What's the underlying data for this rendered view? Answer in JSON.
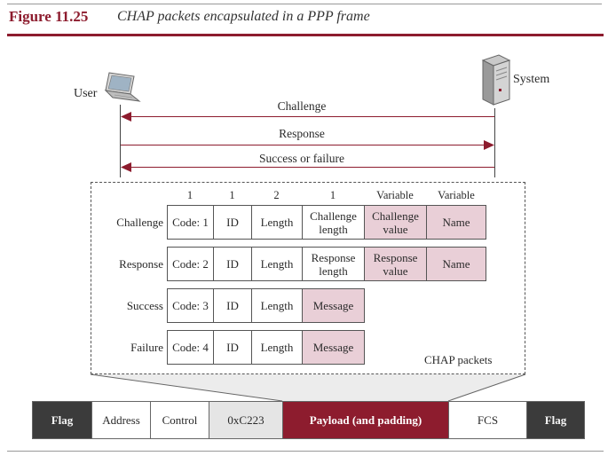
{
  "figure": {
    "number": "Figure 11.25",
    "title": "CHAP packets encapsulated in a PPP frame"
  },
  "endpoints": {
    "user": "User",
    "system": "System"
  },
  "messages": [
    {
      "label": "Challenge",
      "direction": "to-user"
    },
    {
      "label": "Response",
      "direction": "to-system"
    },
    {
      "label": "Success or failure",
      "direction": "to-user"
    }
  ],
  "field_sizes": [
    "1",
    "1",
    "2",
    "1",
    "Variable",
    "Variable"
  ],
  "packets": [
    {
      "name": "Challenge",
      "fields": [
        "Code: 1",
        "ID",
        "Length",
        "Challenge length",
        "Challenge value",
        "Name"
      ]
    },
    {
      "name": "Response",
      "fields": [
        "Code: 2",
        "ID",
        "Length",
        "Response length",
        "Response value",
        "Name"
      ]
    },
    {
      "name": "Success",
      "fields": [
        "Code: 3",
        "ID",
        "Length",
        "Message"
      ]
    },
    {
      "name": "Failure",
      "fields": [
        "Code: 4",
        "ID",
        "Length",
        "Message"
      ]
    }
  ],
  "chap_caption": "CHAP packets",
  "ppp_frame": [
    "Flag",
    "Address",
    "Control",
    "0xC223",
    "Payload (and padding)",
    "FCS",
    "Flag"
  ],
  "colors": {
    "accent": "#8d1c2e",
    "highlight": "#e9cfd7",
    "frame_dark": "#3b3b3b"
  }
}
